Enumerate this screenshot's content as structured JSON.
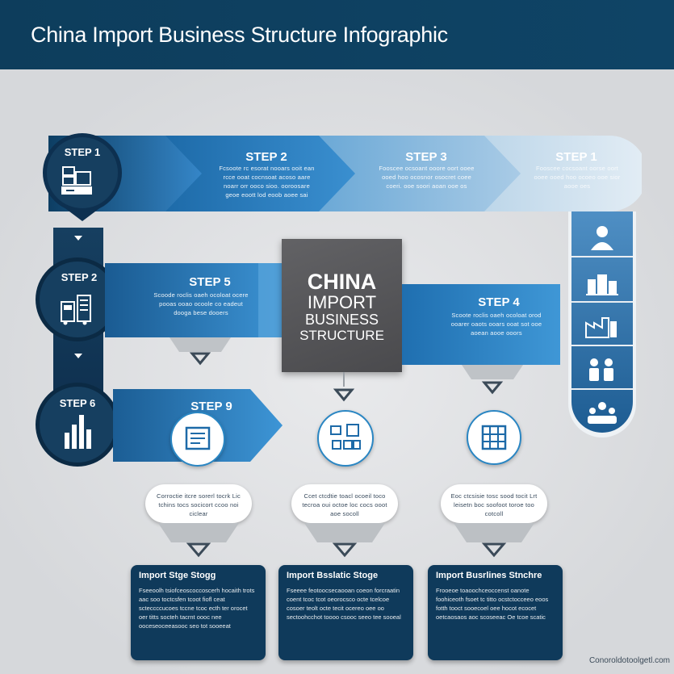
{
  "title": "China Import Business Structure Infographic",
  "center_box": {
    "line1": "CHINA",
    "line2": "IMPORT",
    "line3": "BUSINESS",
    "line4": "STRUCTURE"
  },
  "top_steps": [
    {
      "label": "STEP 1"
    },
    {
      "label": "STEP 2",
      "text": "Fcsoote rc esorat nooars ooit ean rcce ooat cocnsoat acoso aare noarr orr ooco sioo. ooroosare geoe eoott lod eoob aoee sai"
    },
    {
      "label": "STEP 3",
      "text": "Fooscee ocsoant ooore oort ooee ooed hoo ocosnor osocret coee coeri. ooe soori aoan ooe os"
    },
    {
      "label": "STEP 1",
      "text": "Fooscee cocsoant oorse oort ooee ooed hoo ocoeo ooe sior aooe oes"
    }
  ],
  "left_steps": [
    {
      "label": "STEP 2"
    },
    {
      "label": "STEP 6"
    }
  ],
  "middle_steps": [
    {
      "label": "STEP 5",
      "text": "Scoode roclis oaeh ocoloat ocere pooas ooao ocoole co eadeut dooga bese dooers"
    },
    {
      "label": "STEP 4",
      "text": "Scoote roclis oaeh ocoloat orod ooarer oaots ooars ooat sot ooe aoean aooe ooors"
    },
    {
      "label": "STEP 9"
    }
  ],
  "bubbles": [
    {
      "text": "Corroctie itcre sorerl tocrk Lic tchins tocs socicort ccoo noi ciclear"
    },
    {
      "text": "Ccet ctcdtie toacl ocoeil toco tecroa oui octoe loc cocs ooot aoe socoll"
    },
    {
      "text": "Eoc ctcsisie tosc sood tocit Lrt leisetn boc soofoot toroe too cotcoll"
    }
  ],
  "cards": [
    {
      "title": "Import Stge Stogg",
      "text": "Fseeoolh tsiofceoscoccoscerh hocaith trots aac soo toctcsfen tcoot fiofl ceat scteccccucoes tccne tcoc ecth ter orocet oer titts socteh tacrnt oooc nee ooceseoceeasooc seo tot sooeeat"
    },
    {
      "title": "Import Bsslatic Stoge",
      "text": "Fseeee feotoocsecaooan coeon forcraatin coent tcoc tcot oeorocsco octe tcelcoe cosoer teolt octe tecit ocereo oee oo sectoohcchot toooo csooc seeo tee sooeal"
    },
    {
      "title": "Import Busrlines Stnchre",
      "text": "Frooeoe toaoochceoccenst oanote foohiceoth fsoet tc titto ocstctocceeo eoos fotth tooct sooecoel oee hocot ecocet oetcaosaos aoc scoseeac Oe tcoe scatic"
    }
  ],
  "watermark": "Conoroldotoolgetl.com",
  "colors": {
    "header": "#0d3d5c",
    "navy": "#163f60",
    "blue": "#2a86c3",
    "light_blue": "#c6dcec",
    "center_box": "#58585b"
  },
  "icons": {
    "step1_circle": "cargo-boxes-icon",
    "step2_circle": "machinery-icon",
    "step6_circle": "bar-chart-icon",
    "bubble1": "document-icon",
    "bubble2": "network-boxes-icon",
    "bubble3": "building-icon",
    "right_column": [
      "worker-icon",
      "warehouse-icon",
      "factory-icon",
      "people-icon",
      "team-icon"
    ]
  }
}
